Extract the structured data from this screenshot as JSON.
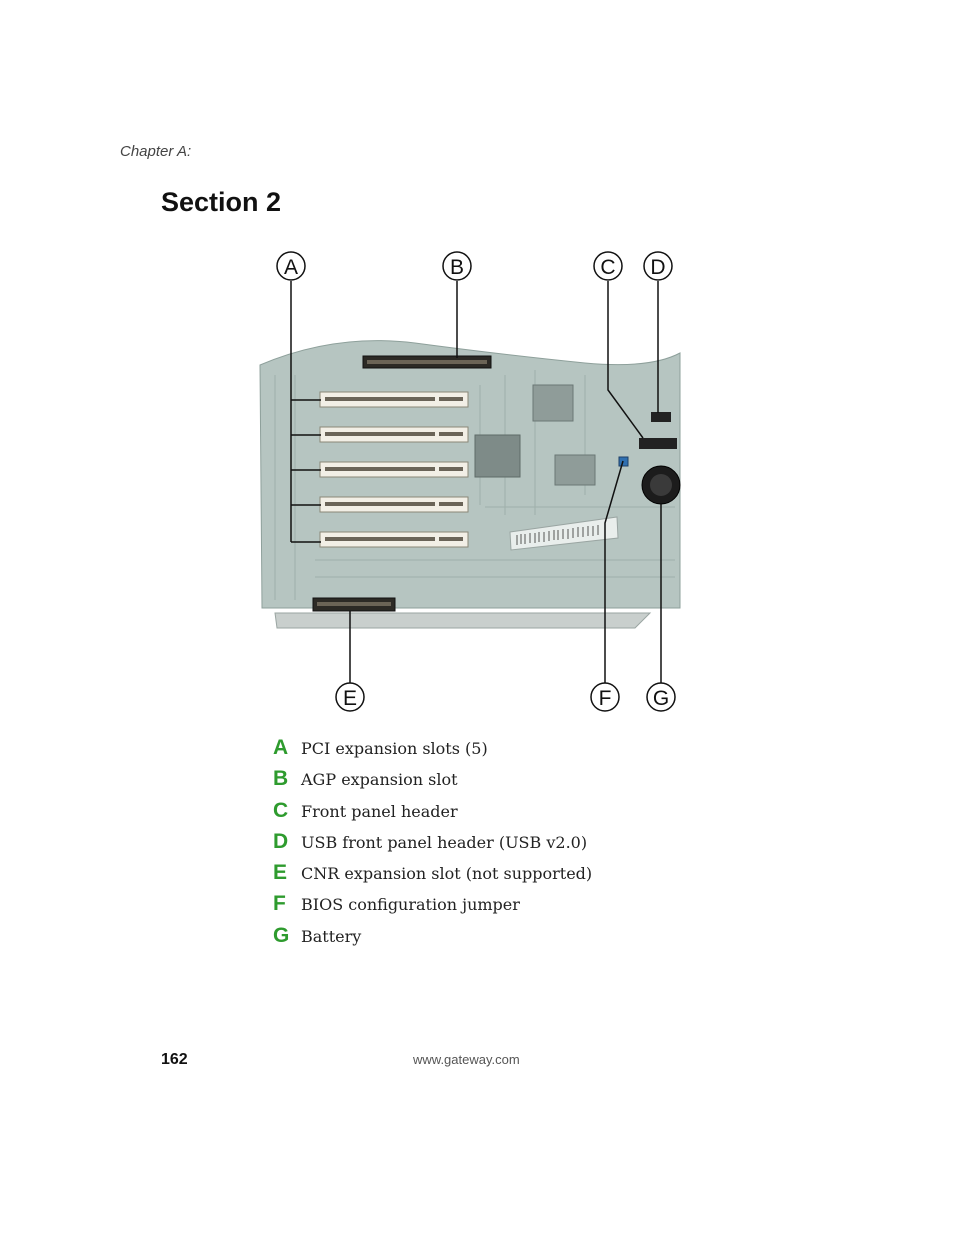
{
  "header": {
    "chapter": "Chapter A:"
  },
  "title": "Section 2",
  "callouts": [
    "A",
    "B",
    "C",
    "D",
    "E",
    "F",
    "G"
  ],
  "legend": [
    {
      "letter": "A",
      "text": "PCI expansion slots (5)"
    },
    {
      "letter": "B",
      "text": "AGP expansion slot"
    },
    {
      "letter": "C",
      "text": "Front panel header"
    },
    {
      "letter": "D",
      "text": "USB front panel header (USB v2.0)"
    },
    {
      "letter": "E",
      "text": "CNR expansion slot (not supported)"
    },
    {
      "letter": "F",
      "text": "BIOS configuration jumper"
    },
    {
      "letter": "G",
      "text": "Battery"
    }
  ],
  "footer": {
    "page_number": "162",
    "url": "www.gateway.com"
  },
  "colors": {
    "legend_letter": "#2e9b2e",
    "board": "#b6c5c1",
    "slot": "#f2efe6"
  }
}
